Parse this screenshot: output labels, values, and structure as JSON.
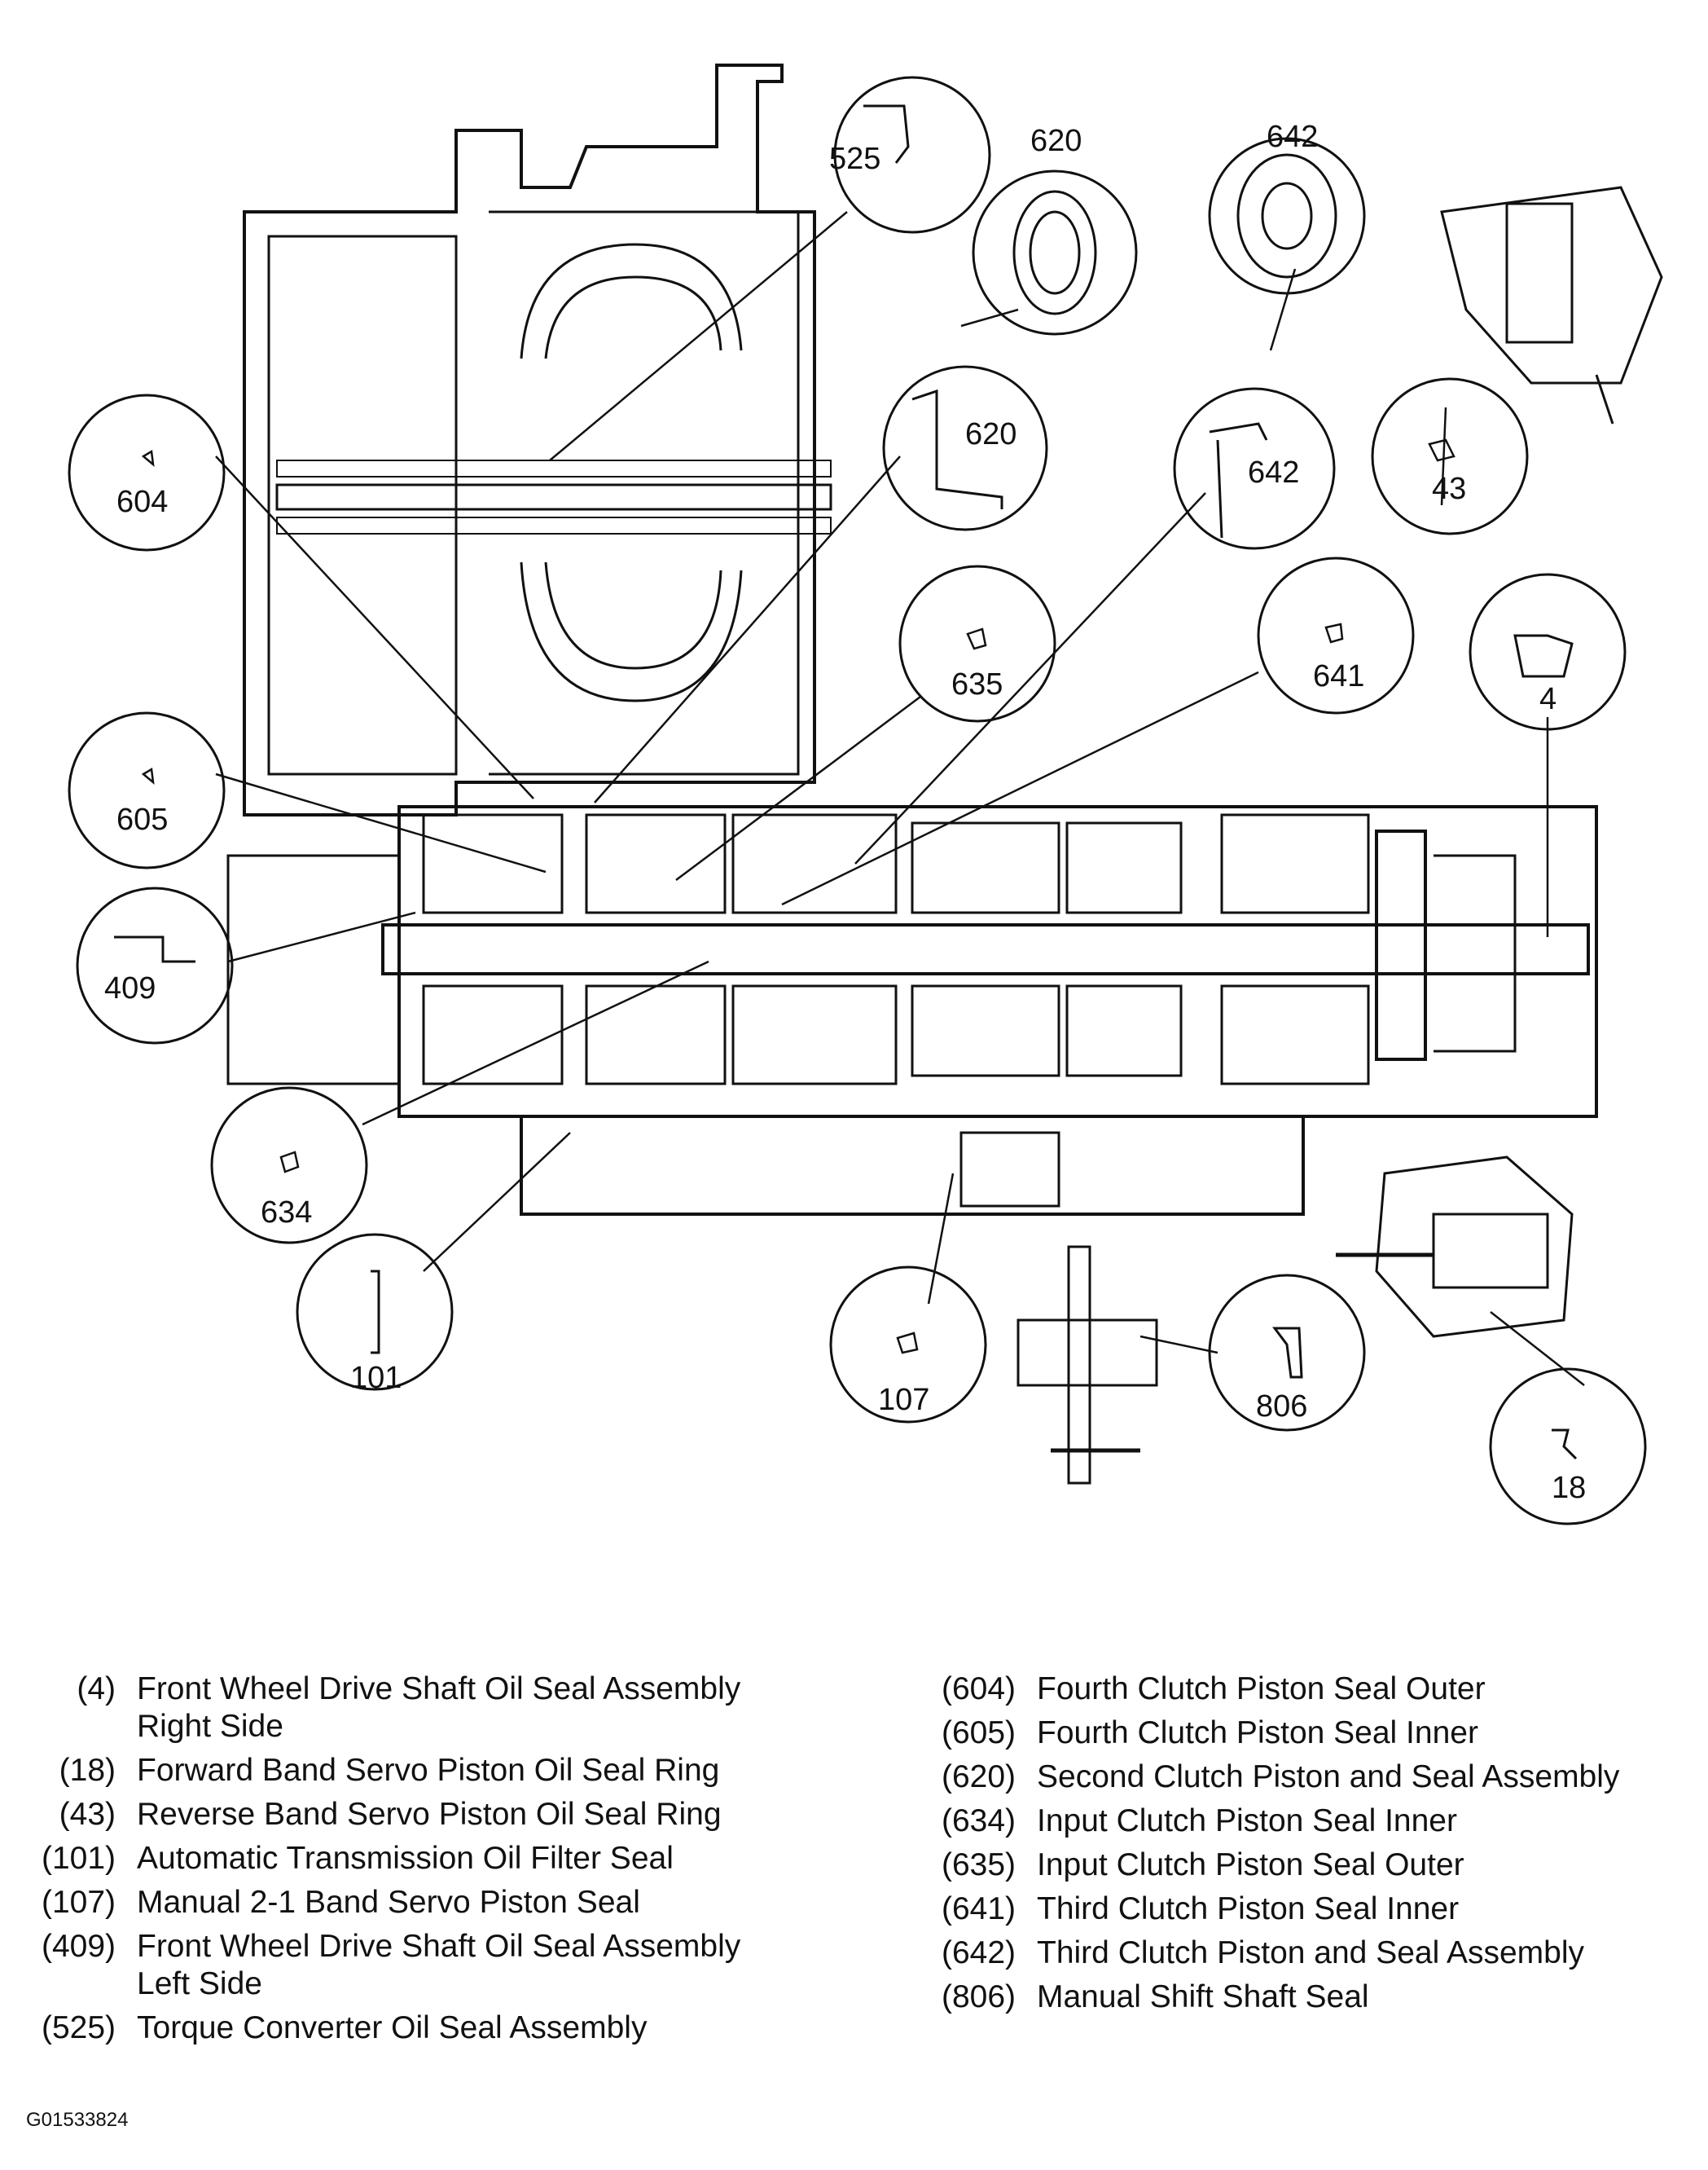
{
  "callouts": [
    {
      "id": "525",
      "label": "525"
    },
    {
      "id": "620-seal",
      "label": "620"
    },
    {
      "id": "642-seal",
      "label": "642"
    },
    {
      "id": "604",
      "label": "604"
    },
    {
      "id": "620",
      "label": "620"
    },
    {
      "id": "642",
      "label": "642"
    },
    {
      "id": "43",
      "label": "43"
    },
    {
      "id": "635",
      "label": "635"
    },
    {
      "id": "641",
      "label": "641"
    },
    {
      "id": "4",
      "label": "4"
    },
    {
      "id": "605",
      "label": "605"
    },
    {
      "id": "409",
      "label": "409"
    },
    {
      "id": "634",
      "label": "634"
    },
    {
      "id": "101",
      "label": "101"
    },
    {
      "id": "107",
      "label": "107"
    },
    {
      "id": "806",
      "label": "806"
    },
    {
      "id": "18",
      "label": "18"
    }
  ],
  "legend": {
    "left": [
      {
        "code": "(4)",
        "lines": [
          "Front Wheel Drive Shaft Oil Seal Assembly",
          "Right Side"
        ]
      },
      {
        "code": "(18)",
        "lines": [
          "Forward Band Servo Piston Oil Seal Ring"
        ]
      },
      {
        "code": "(43)",
        "lines": [
          "Reverse Band Servo Piston Oil Seal Ring"
        ]
      },
      {
        "code": "(101)",
        "lines": [
          "Automatic Transmission Oil Filter Seal"
        ]
      },
      {
        "code": "(107)",
        "lines": [
          "Manual 2-1 Band Servo Piston Seal"
        ]
      },
      {
        "code": "(409)",
        "lines": [
          "Front Wheel Drive Shaft Oil Seal Assembly",
          "Left Side"
        ]
      },
      {
        "code": "(525)",
        "lines": [
          "Torque Converter Oil Seal Assembly"
        ]
      }
    ],
    "right": [
      {
        "code": "(604)",
        "lines": [
          "Fourth Clutch Piston Seal Outer"
        ]
      },
      {
        "code": "(605)",
        "lines": [
          "Fourth Clutch Piston Seal Inner"
        ]
      },
      {
        "code": "(620)",
        "lines": [
          "Second Clutch Piston and Seal Assembly"
        ]
      },
      {
        "code": "(634)",
        "lines": [
          "Input Clutch Piston Seal Inner"
        ]
      },
      {
        "code": "(635)",
        "lines": [
          "Input Clutch Piston Seal Outer"
        ]
      },
      {
        "code": "(641)",
        "lines": [
          "Third Clutch Piston Seal Inner"
        ]
      },
      {
        "code": "(642)",
        "lines": [
          "Third Clutch Piston and Seal Assembly"
        ]
      },
      {
        "code": "(806)",
        "lines": [
          "Manual Shift Shaft Seal"
        ]
      }
    ]
  },
  "figure_id": "G01533824"
}
